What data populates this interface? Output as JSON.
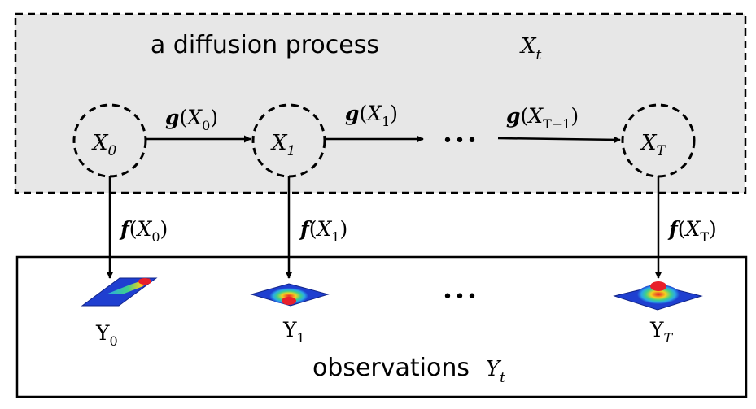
{
  "process": {
    "title": "a diffusion process",
    "title_var": "X",
    "title_var_sub": "t"
  },
  "observations": {
    "title": "observations",
    "title_var": "Y",
    "title_var_sub": "t"
  },
  "states": [
    {
      "var": "X",
      "sub": "0"
    },
    {
      "var": "X",
      "sub": "1"
    },
    {
      "var": "X",
      "sub": "T"
    }
  ],
  "transitions": [
    {
      "fn": "g",
      "open": "(",
      "var": "X",
      "sub": "0",
      "close": ")"
    },
    {
      "fn": "g",
      "open": "(",
      "var": "X",
      "sub": "1",
      "close": ")"
    },
    {
      "fn": "g",
      "open": "(",
      "var": "X",
      "sub": "T−1",
      "close": ")"
    }
  ],
  "emissions": [
    {
      "fn": "f",
      "open": "(",
      "var": "X",
      "sub": "0",
      "close": ")"
    },
    {
      "fn": "f",
      "open": "(",
      "var": "X",
      "sub": "1",
      "close": ")"
    },
    {
      "fn": "f",
      "open": "(",
      "var": "X",
      "sub": "T",
      "close": ")"
    }
  ],
  "observation_labels": [
    {
      "var": "Y",
      "sub": "0"
    },
    {
      "var": "Y",
      "sub": "1"
    },
    {
      "var": "Y",
      "sub": "T"
    }
  ],
  "ellipsis": "•••",
  "colors": {
    "process_fill": "#e7e7e7",
    "stroke": "#000000",
    "surface_blue": "#1f3fd0",
    "peak_red": "#e8202a"
  }
}
